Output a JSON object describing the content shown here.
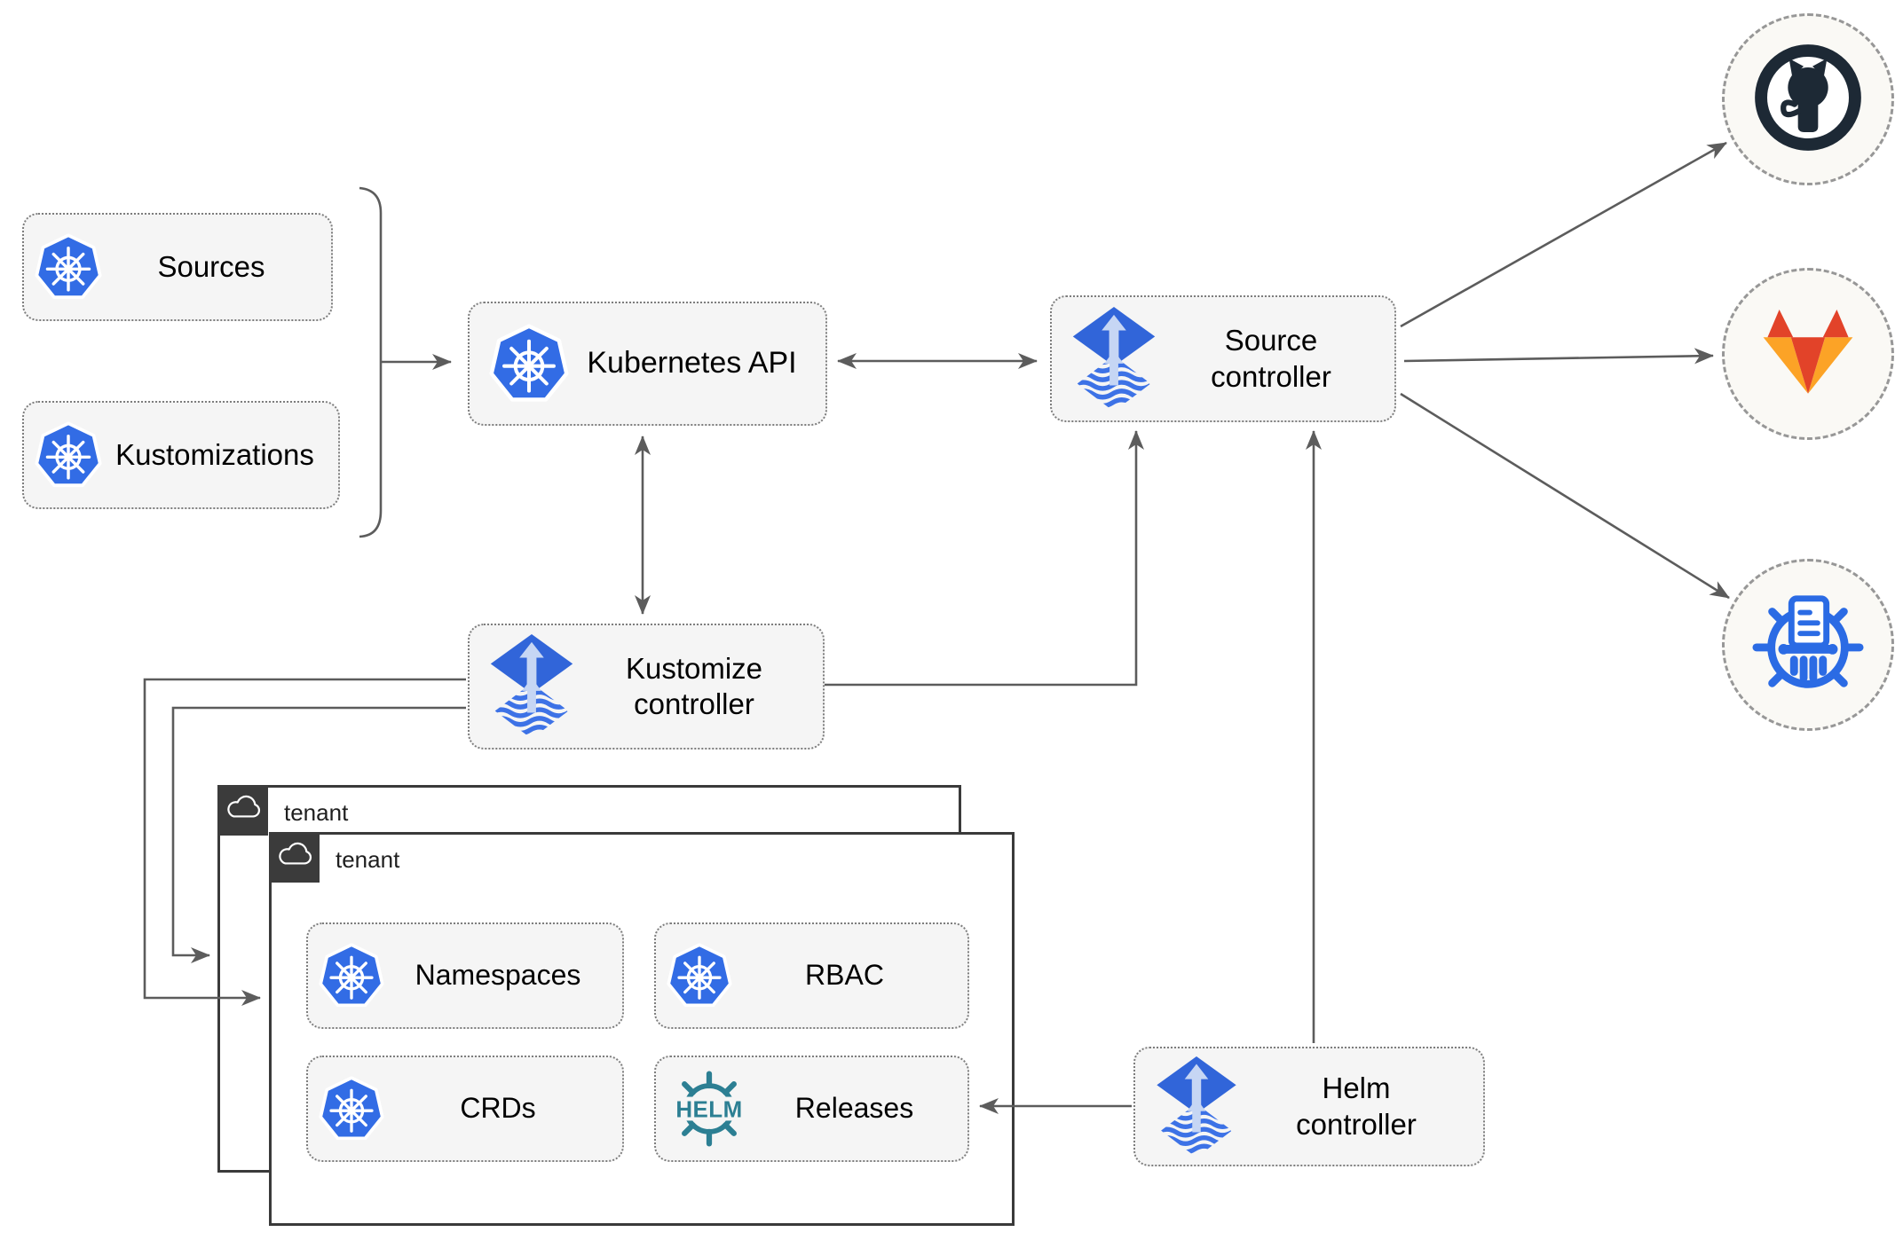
{
  "nodes": {
    "sources": "Sources",
    "kustomizations": "Kustomizations",
    "kubernetes_api": "Kubernetes API",
    "source_controller": "Source\ncontroller",
    "kustomize_controller": "Kustomize\ncontroller",
    "helm_controller": "Helm\ncontroller",
    "namespaces": "Namespaces",
    "rbac": "RBAC",
    "crds": "CRDs",
    "releases": "Releases"
  },
  "groups": {
    "tenant_outer": "tenant",
    "tenant_inner": "tenant"
  },
  "helm_icon_text": "HELM",
  "icons": {
    "kubernetes": "kubernetes-wheel-icon",
    "flux": "flux-icon",
    "helm": "helm-wheel-icon",
    "github": "github-octocat-icon",
    "gitlab": "gitlab-tanuki-icon",
    "chartmuseum": "chartmuseum-registry-icon",
    "cloud": "cloud-icon"
  },
  "colors": {
    "kubernetes_blue": "#326ce5",
    "flux_blue": "#3165d9",
    "flux_light_blue": "#c6d6f4",
    "helm_teal": "#2c7f93",
    "github_dark": "#1d2935",
    "gitlab_red": "#e24329",
    "gitlab_amber": "#fca326",
    "chartmuseum_blue": "#2b6be4",
    "node_fill": "#f5f5f5",
    "arrow_gray": "#5c5c5c",
    "tenant_dark": "#3b3b3b"
  }
}
